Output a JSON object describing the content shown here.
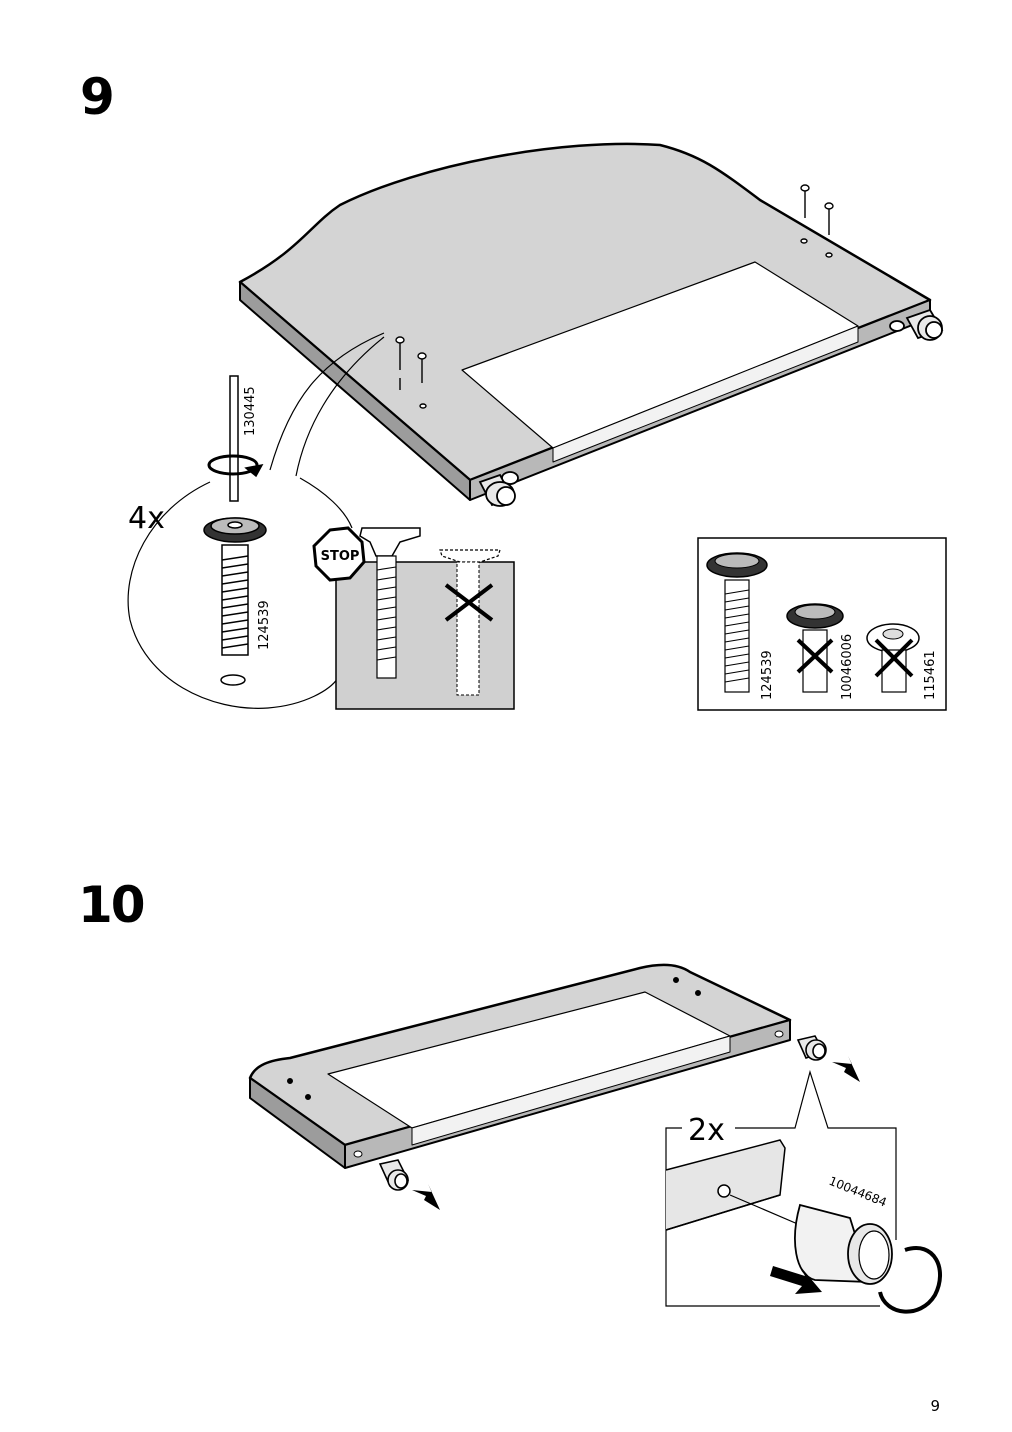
{
  "steps": [
    {
      "number": "9",
      "qty_label": "4x",
      "tool_part": "130445",
      "screw_part": "124539",
      "stop_label": "STOP",
      "compare_parts": [
        "124539",
        "10046006",
        "115461"
      ]
    },
    {
      "number": "10",
      "qty_label": "2x",
      "part": "10044684"
    }
  ],
  "page_number": "9"
}
